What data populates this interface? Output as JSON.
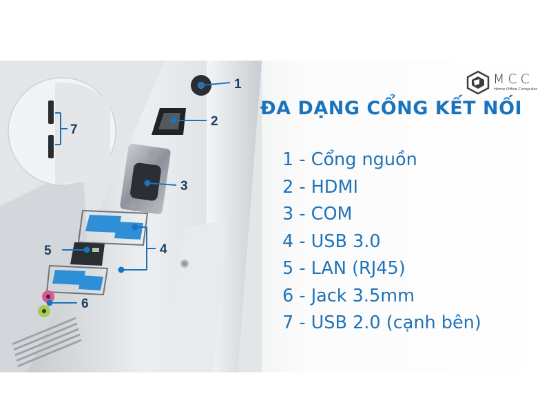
{
  "title": "ĐA DẠNG CỔNG KẾT NỐI",
  "logo": {
    "name": "MCC",
    "tagline": "Home Office Computer"
  },
  "ports": [
    "1 - Cổng nguồn",
    "2 - HDMI",
    "3 - COM",
    "4 - USB 3.0",
    "5 - LAN (RJ45)",
    "6 - Jack 3.5mm",
    "7 - USB 2.0 (cạnh bên)"
  ],
  "callouts": {
    "c1": "1",
    "c2": "2",
    "c3": "3",
    "c4": "4",
    "c5": "5",
    "c6": "6",
    "c7": "7"
  },
  "colors": {
    "text_blue": "#1f73b9",
    "callout_blue": "#1a74bd",
    "usb3_blue": "#2f8fd6",
    "panel_white": "#eef0f2"
  }
}
